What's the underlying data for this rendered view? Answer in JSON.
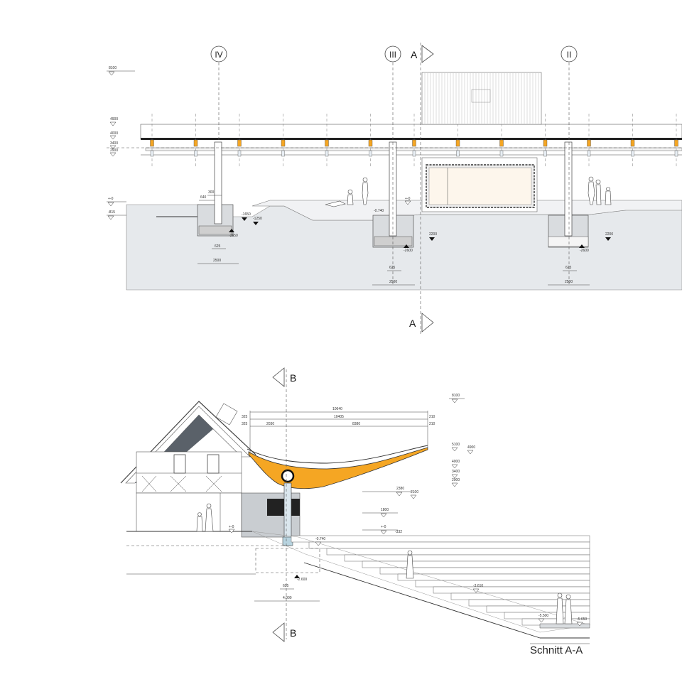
{
  "drawing": {
    "title": "Schnitt A-A",
    "section_markers": {
      "a_top": "A",
      "a_bottom": "A",
      "b_top": "B",
      "b_bottom": "B"
    },
    "axes": [
      "IV",
      "III",
      "II"
    ],
    "levels_top": [
      "8100",
      "4900",
      "4000",
      "3400",
      "2900",
      "+-0",
      "-815"
    ],
    "dims_top": {
      "d640": "640",
      "d300": "300",
      "m1650": "-1650",
      "m1250": "-1250",
      "m2650": "-2650",
      "d625_a": "625",
      "d2500_a": "2500",
      "d0_mid": "+-0",
      "m0740": "-0.740",
      "d2200_b": "2200",
      "m2600_b": "-2600",
      "d625_b": "625",
      "d2500_b": "2500",
      "d2200_c": "2200",
      "m2600_c": "-2600",
      "d625_c": "625",
      "d2500_c": "2500"
    },
    "dims_bottom": {
      "d10640": "10640",
      "d10405": "10405",
      "d2030": "2030",
      "d8380": "8380",
      "d325_a": "325",
      "d325_b": "325",
      "d210_a": "210",
      "d210_b": "210",
      "l8100": "8100",
      "l5100": "5100",
      "l4900": "4900",
      "l4000": "4000",
      "l3400": "3400",
      "l2900": "2900",
      "l2380": "2380",
      "l2100": "2100",
      "l1800": "1800",
      "l0": "+-0",
      "l332": "-332",
      "l0740": "-0.740",
      "l2600": "-2.600",
      "l625": "625",
      "l4000w": "4.000",
      "l3610": "-3.610",
      "l5500": "-5.500",
      "l5650": "-5.650",
      "l0house": "+-0"
    },
    "colors": {
      "accent": "#f5a623",
      "ground": "#e6e9ec",
      "concrete": "#c9cdd1",
      "glass": "#fdf6ec"
    }
  }
}
